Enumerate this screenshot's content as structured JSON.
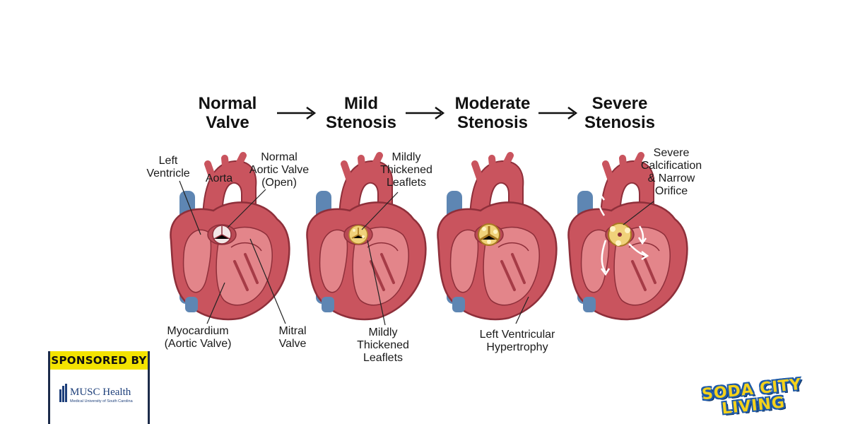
{
  "stages": [
    {
      "title_line1": "Normal",
      "title_line2": "Valve"
    },
    {
      "title_line1": "Mild",
      "title_line2": "Stenosis"
    },
    {
      "title_line1": "Moderate",
      "title_line2": "Stenosis"
    },
    {
      "title_line1": "Severe",
      "title_line2": "Stenosis"
    }
  ],
  "labels": {
    "left_ventricle": [
      "Left",
      "Ventricle"
    ],
    "aorta": "Aorta",
    "normal_aortic_valve": [
      "Normal",
      "Aortic Valve",
      "(Open)"
    ],
    "myocardium": [
      "Myocardium",
      "(Aortic Valve)"
    ],
    "mitral_valve": [
      "Mitral",
      "Valve"
    ],
    "mild_top": [
      "Mildly",
      "Thickened",
      "Leaflets"
    ],
    "mild_bottom": [
      "Mildly",
      "Thickened",
      "Leaflets"
    ],
    "lvh": [
      "Left Ventricular",
      "Hypertrophy"
    ],
    "severe": [
      "Severe",
      "Calcification",
      "& Narrow",
      "Orifice"
    ]
  },
  "sponsor": {
    "heading": "SPONSORED BY",
    "name": "MUSC Health",
    "subtitle": "Medical University of South Carolina"
  },
  "brand": {
    "line1": "SODA CITY",
    "line2": "LIVING"
  },
  "colors": {
    "heart": "#c9545e",
    "heart_dark": "#8e2f3a",
    "heart_light": "#e3858a",
    "vein": "#5e86b3",
    "calcification": "#f0d27a",
    "sponsor_yellow": "#f3e300"
  }
}
